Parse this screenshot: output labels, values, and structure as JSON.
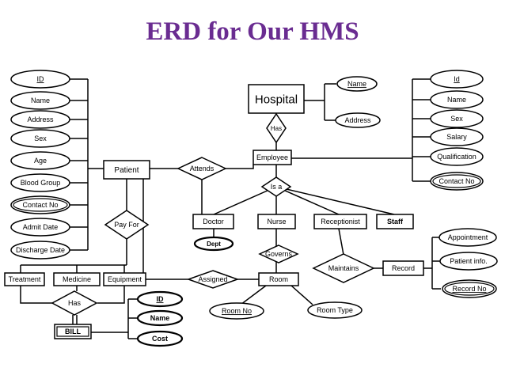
{
  "title": "ERD for Our HMS",
  "colors": {
    "title": "#6a2c91",
    "line": "#000000",
    "fill": "#ffffff"
  },
  "entities": {
    "hospital": "Hospital",
    "employee": "Employee",
    "patient": "Patient",
    "doctor": "Doctor",
    "nurse": "Nurse",
    "receptionist": "Receptionist",
    "staff": "Staff",
    "treatment": "Treatment",
    "medicine": "Medicine",
    "equipment": "Equipment",
    "bill": "BILL",
    "room": "Room",
    "record": "Record"
  },
  "relationships": {
    "has_hospital": "Has",
    "is_a": "Is a",
    "attends": "Attends",
    "pay_for": "Pay For",
    "governs": "Governs",
    "maintains": "Maintains",
    "assigned": "Assigned",
    "has_bill": "Has"
  },
  "attributes": {
    "patient": [
      "ID",
      "Name",
      "Address",
      "Sex",
      "Age",
      "Blood Group",
      "Contact No",
      "Admit Date",
      "Discharge Date"
    ],
    "hospital": [
      "Name",
      "Address"
    ],
    "employee": [
      "Id",
      "Name",
      "Sex",
      "Salary",
      "Qualification",
      "Contact No"
    ],
    "doctor": [
      "Dept"
    ],
    "record": [
      "Appointment",
      "Patient info.",
      "Record No"
    ],
    "room": [
      "Room No",
      "Room Type"
    ],
    "bill": [
      "ID",
      "Name",
      "Cost"
    ]
  }
}
